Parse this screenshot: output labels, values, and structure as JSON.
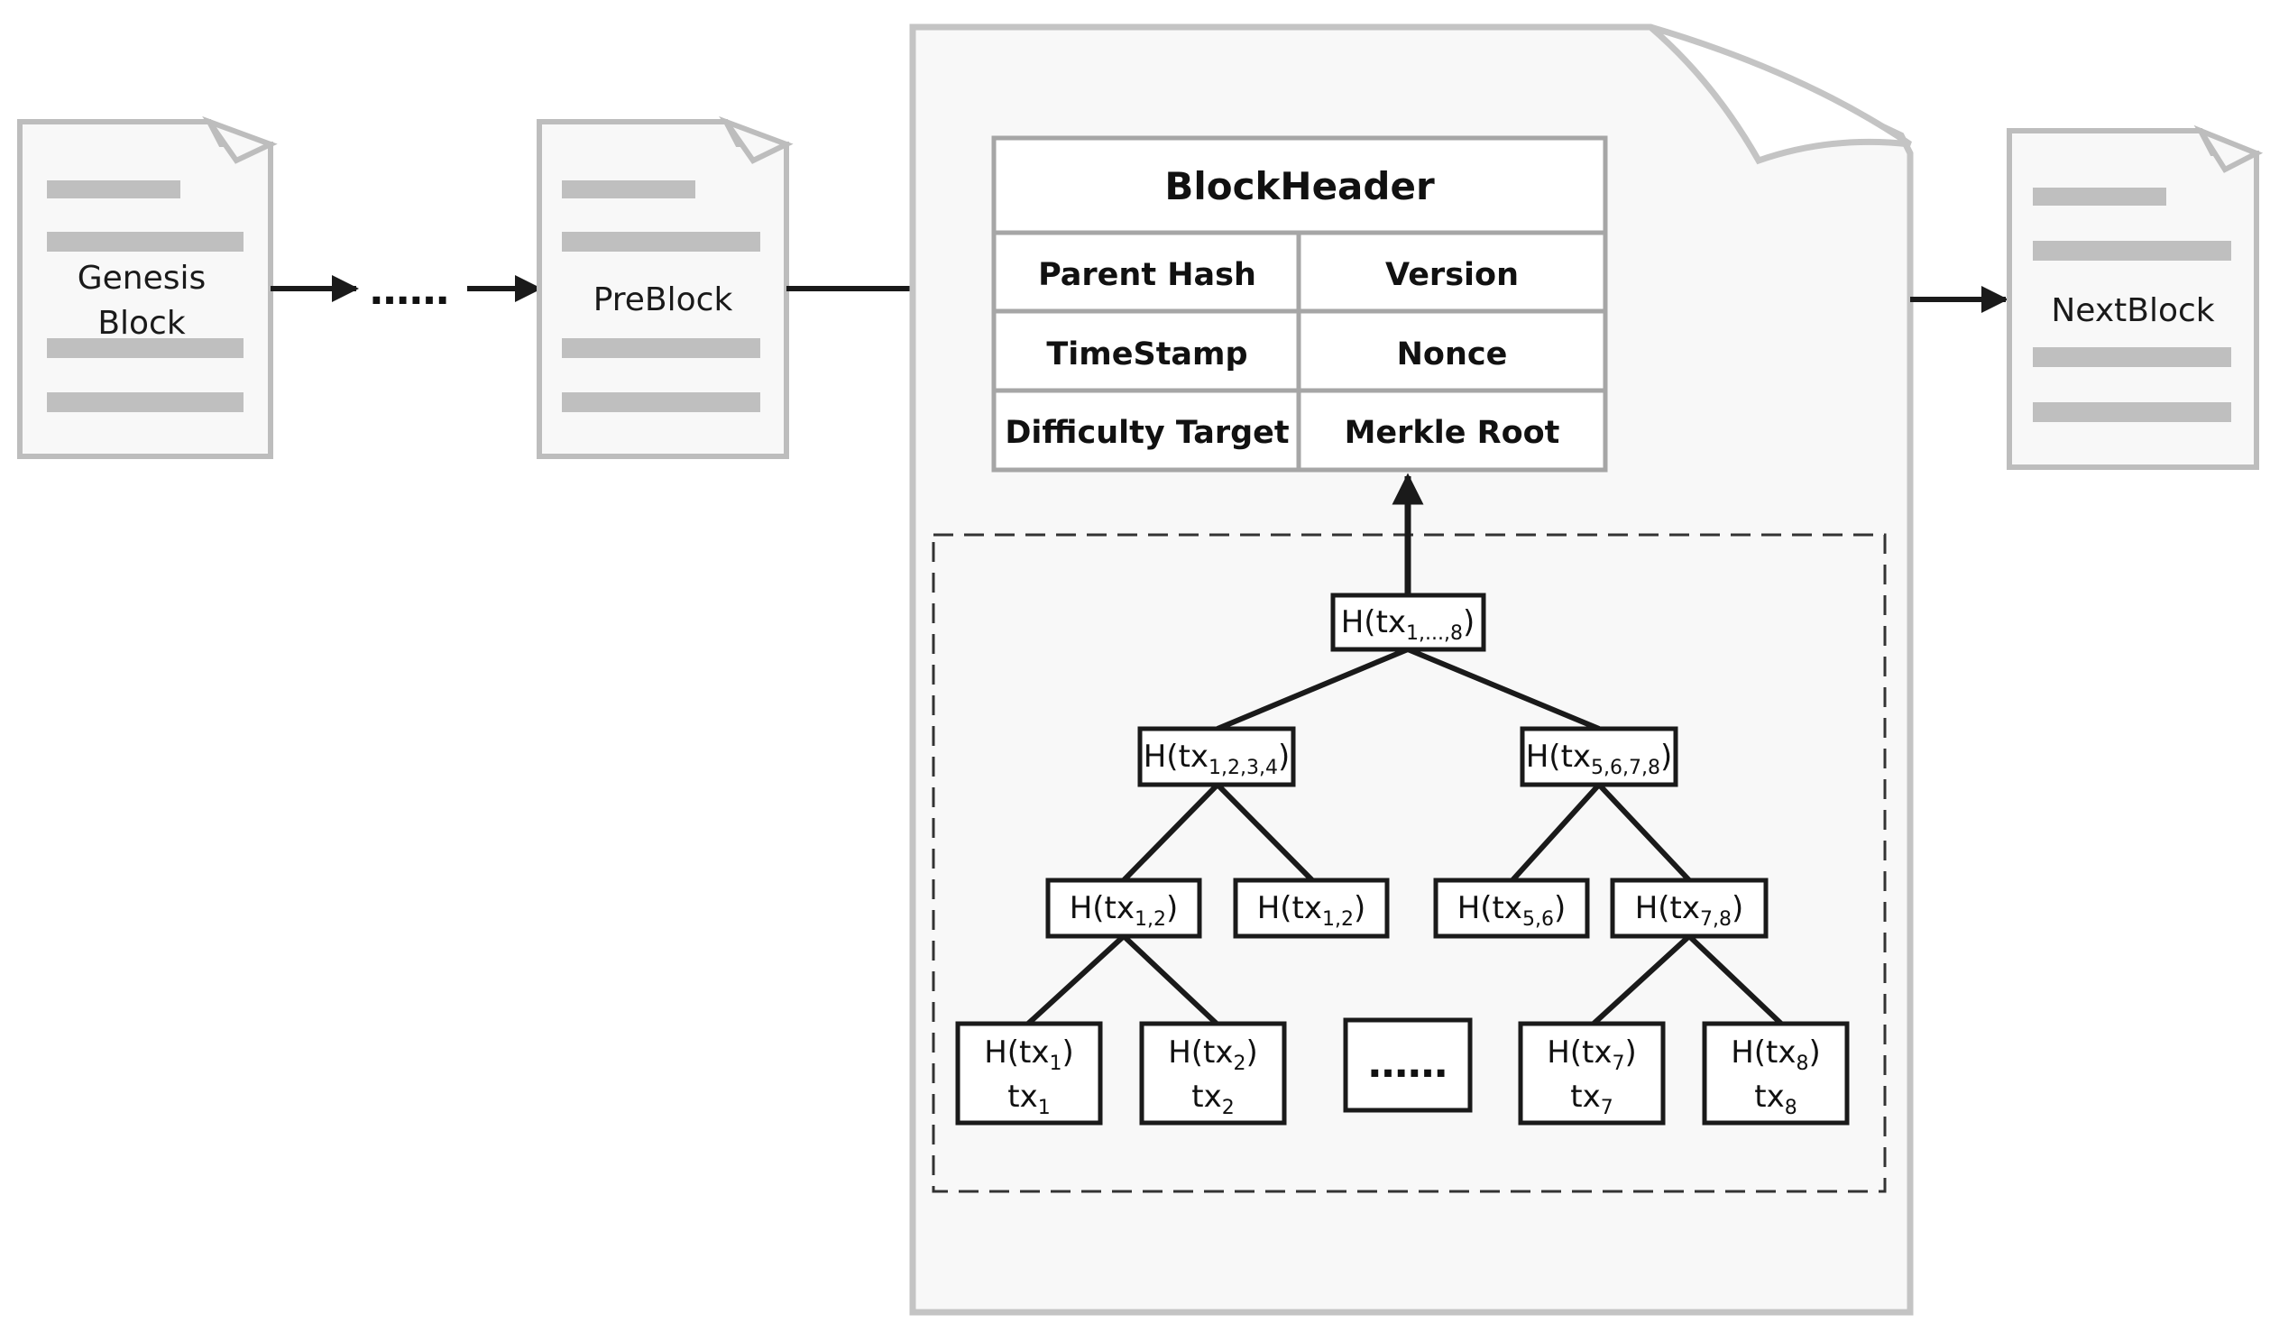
{
  "chain": {
    "genesis": {
      "line1": "Genesis",
      "line2": "Block"
    },
    "ellipsis": "……",
    "preblock": "PreBlock",
    "nextblock": "NextBlock"
  },
  "header": {
    "title": "BlockHeader",
    "fields": [
      "Parent Hash",
      "Version",
      "TimeStamp",
      "Nonce",
      "Difficulty Target",
      "Merkle Root"
    ]
  },
  "merkle": {
    "root": {
      "main": "H(tx",
      "sub": "1,...,8",
      "tail": ")"
    },
    "left": {
      "main": "H(tx",
      "sub": "1,2,3,4",
      "tail": ")"
    },
    "right": {
      "main": "H(tx",
      "sub": "5,6,7,8",
      "tail": ")"
    },
    "l1": {
      "main": "H(tx",
      "sub": "1,2",
      "tail": ")"
    },
    "l2": {
      "main": "H(tx",
      "sub": "1,2",
      "tail": ")"
    },
    "r1": {
      "main": "H(tx",
      "sub": "5,6",
      "tail": ")"
    },
    "r2": {
      "main": "H(tx",
      "sub": "7,8",
      "tail": ")"
    },
    "leaf1": {
      "main": "H(tx",
      "sub": "1",
      "tail": ")",
      "tx": "tx",
      "txsub": "1"
    },
    "leaf2": {
      "main": "H(tx",
      "sub": "2",
      "tail": ")",
      "tx": "tx",
      "txsub": "2"
    },
    "leaf7": {
      "main": "H(tx",
      "sub": "7",
      "tail": ")",
      "tx": "tx",
      "txsub": "7"
    },
    "leaf8": {
      "main": "H(tx",
      "sub": "8",
      "tail": ")",
      "tx": "tx",
      "txsub": "8"
    },
    "middle_dots": "……"
  },
  "colors": {
    "doc_border": "#bdbdbd",
    "doc_bar": "#bfbfbf",
    "doc_fill": "#f8f8f8",
    "ink": "#1a1a1a"
  }
}
